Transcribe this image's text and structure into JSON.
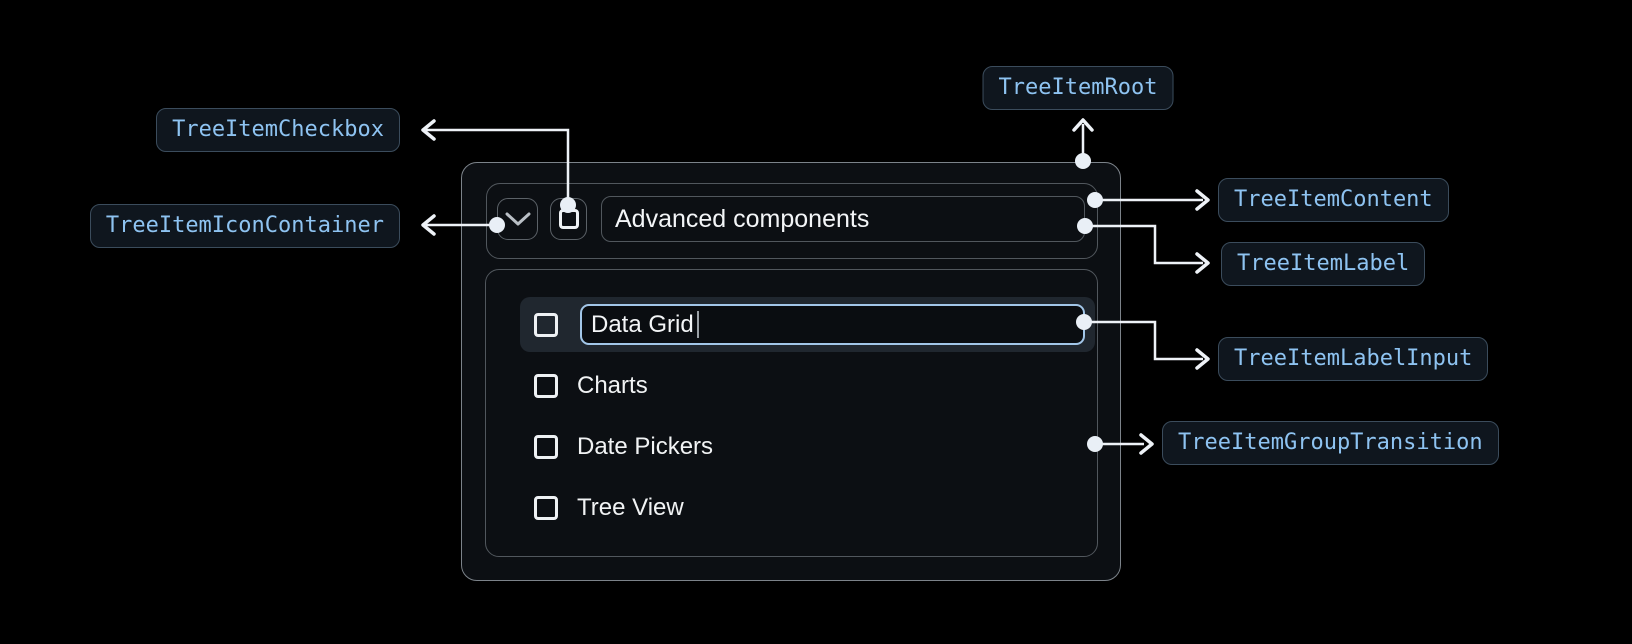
{
  "annotations": {
    "checkbox": {
      "label": "TreeItemCheckbox"
    },
    "icon_container": {
      "label": "TreeItemIconContainer"
    },
    "root": {
      "label": "TreeItemRoot"
    },
    "content": {
      "label": "TreeItemContent"
    },
    "label": {
      "label": "TreeItemLabel"
    },
    "label_input": {
      "label": "TreeItemLabelInput"
    },
    "group_transition": {
      "label": "TreeItemGroupTransition"
    }
  },
  "tree_item": {
    "parent_label": "Advanced components",
    "input_value": "Data Grid",
    "children": [
      "Charts",
      "Date Pickers",
      "Tree View"
    ],
    "checkboxes_checked": false,
    "expanded": true
  },
  "colors": {
    "background": "#000000",
    "surface": "#0c0f13",
    "badge_text": "#8ec3f1",
    "badge_background": "#0f161e",
    "badge_border": "#3b4c5c",
    "input_focus_border": "#a2c6e8",
    "row_highlight": "#20272f",
    "arrow": "#eef2f7",
    "box_border": "#51575d",
    "root_border": "#7c838a",
    "text": "#f3f5f7"
  }
}
